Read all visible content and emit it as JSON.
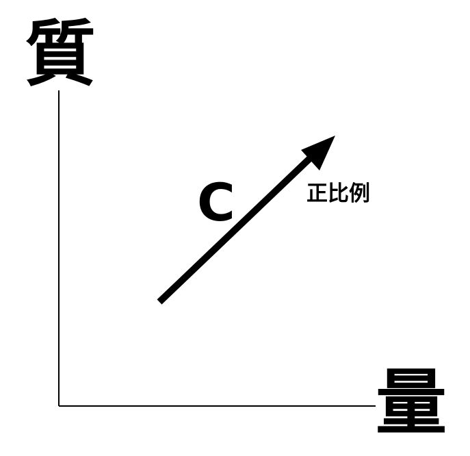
{
  "diagram": {
    "y_axis_label": "質",
    "x_axis_label": "量",
    "trend_marker": "C",
    "trend_label": "正比例",
    "colors": {
      "background": "#ffffff",
      "foreground": "#000000"
    }
  }
}
